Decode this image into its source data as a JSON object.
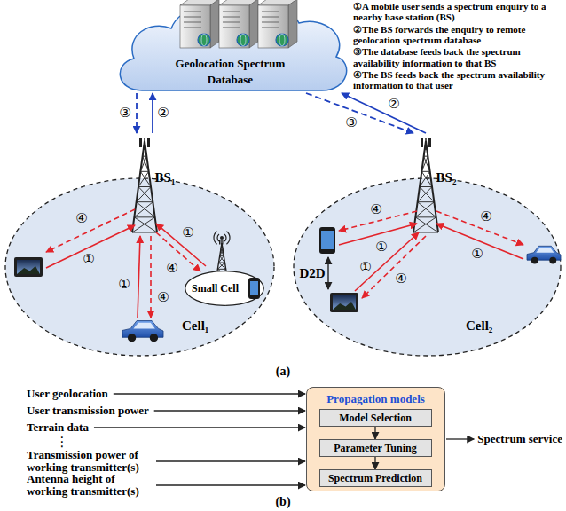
{
  "diagram": {
    "nodes": [
      {
        "text": [
          "Geolocation Spectrum Database"
        ]
      },
      {
        "text": [
          "Cell₁"
        ]
      },
      {
        "text": [
          "Small Cell"
        ],
        "in": 1
      },
      {
        "text": [
          "Cell₂"
        ]
      },
      {
        "text": [
          "Propagation models"
        ]
      },
      {
        "text": [
          "Model Selection"
        ],
        "in": 4
      },
      {
        "text": [
          "Parameter Tuning"
        ],
        "in": 4
      },
      {
        "text": [
          "Spectrum Prediction"
        ],
        "in": 4
      }
    ],
    "edges": [
      {
        "from": 1,
        "to": 0,
        "label": "②",
        "arrow": "to"
      },
      {
        "from": 0,
        "to": 1,
        "label": "③",
        "arrow": "to"
      },
      {
        "from": 3,
        "to": 0,
        "label": "②",
        "arrow": "to"
      },
      {
        "from": 0,
        "to": 3,
        "label": "③",
        "arrow": "to"
      },
      {
        "from": 5,
        "to": 6,
        "arrow": "to"
      },
      {
        "from": 6,
        "to": 7,
        "arrow": "to"
      }
    ],
    "labels": [
      "①A mobile user sends a spectrum enquiry to a nearby base station (BS)",
      "②The BS forwards the enquiry to remote geolocation spectrum database",
      "③The database feeds back the spectrum availability information to that BS",
      "④The BS feeds back the spectrum availability information to that user",
      "BS₁",
      "BS₂",
      "④",
      "①",
      "①",
      "④",
      "①",
      "④",
      "④",
      "①",
      "D2D",
      "④",
      "①",
      "①",
      "④",
      "(a)",
      "User geolocation",
      "User transmission power",
      "Terrain data",
      "⋮",
      "Transmission power of working transmitter(s)",
      "Antenna height of working transmitter(s)",
      "Spectrum service",
      "(b)"
    ]
  }
}
